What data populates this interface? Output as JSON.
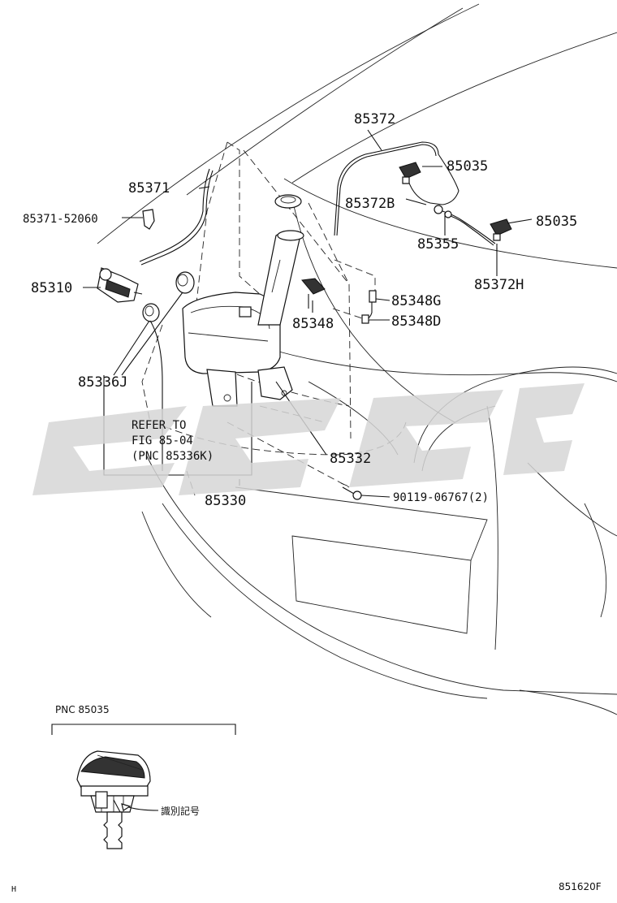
{
  "labels": {
    "p85372": "85372",
    "p85035_a": "85035",
    "p85372B": "85372B",
    "p85035_b": "85035",
    "p85355": "85355",
    "p85372H": "85372H",
    "p85371": "85371",
    "p85371_52060": "85371-52060",
    "p85310": "85310",
    "p85348G": "85348G",
    "p85348": "85348",
    "p85348D": "85348D",
    "p85336J": "85336J",
    "refer_line1": "REFER TO",
    "refer_line2": "FIG 85-04",
    "refer_line3": "(PNC 85336K)",
    "p85332": "85332",
    "p85330": "85330",
    "p90119": "90119-06767(2)"
  },
  "inset": {
    "title": "PNC 85035",
    "id_mark_label": "識別記号"
  },
  "footer": {
    "left_mark": "H",
    "figure_code": "851620F"
  },
  "watermark": {
    "color": "#d6d6d6"
  }
}
